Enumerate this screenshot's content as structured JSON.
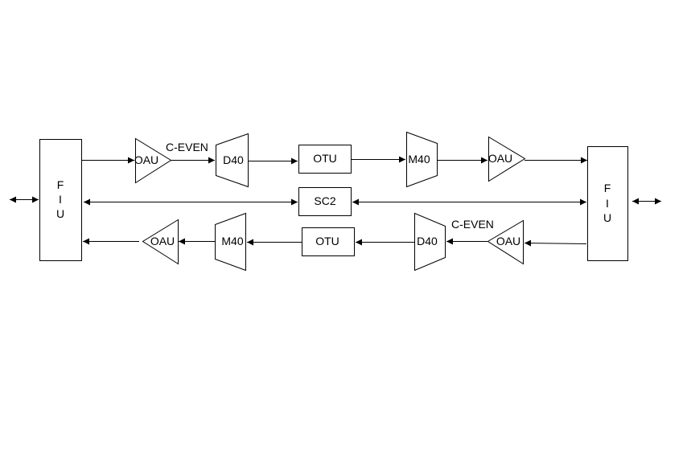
{
  "diagram": {
    "fiu_left": {
      "letters": [
        "F",
        "I",
        "U"
      ]
    },
    "fiu_right": {
      "letters": [
        "F",
        "I",
        "U"
      ]
    },
    "top_row": {
      "oau_label": "OAU",
      "band_label": "C-EVEN",
      "d40_label": "D40",
      "otu_label": "OTU",
      "m40_label": "M40",
      "oau2_label": "OAU"
    },
    "middle_row": {
      "sc2_label": "SC2"
    },
    "bottom_row": {
      "oau_label": "OAU",
      "m40_label": "M40",
      "otu_label": "OTU",
      "d40_label": "D40",
      "band_label": "C-EVEN",
      "oau2_label": "OAU"
    }
  }
}
